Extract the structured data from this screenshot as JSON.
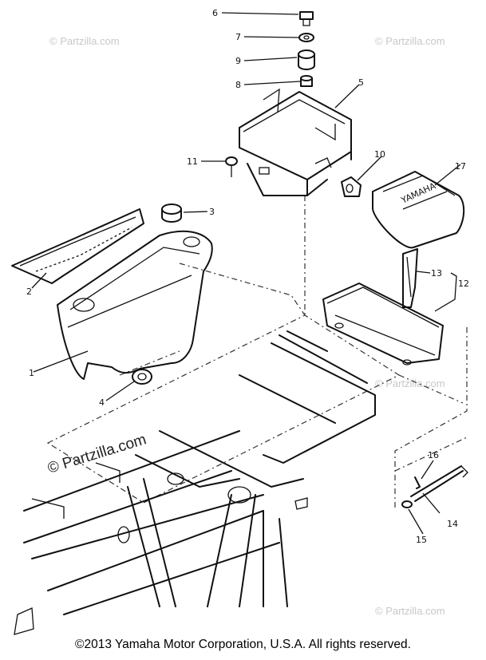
{
  "watermark": "© Partzilla.com",
  "copyright": "©2013 Yamaha Motor Corporation, U.S.A. All rights reserved.",
  "callouts": {
    "c1": "1",
    "c2": "2",
    "c3": "3",
    "c4": "4",
    "c5": "5",
    "c6": "6",
    "c7": "7",
    "c8": "8",
    "c9": "9",
    "c10": "10",
    "c11": "11",
    "c12": "12",
    "c13": "13",
    "c14": "14",
    "c15": "15",
    "c16": "16",
    "c17": "17"
  },
  "decal_text": "YAMAHA"
}
